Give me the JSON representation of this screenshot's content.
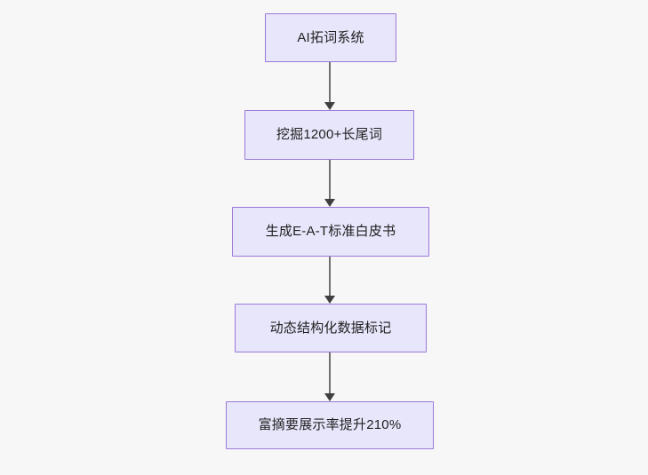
{
  "diagram": {
    "type": "flowchart",
    "orientation": "top-to-bottom",
    "background_color": "#f7f7f8",
    "node_fill_color": "#e8e6fb",
    "node_border_color": "#9b79d6",
    "node_text_color": "#1f1f1f",
    "connector_color": "#707070",
    "arrowhead_color": "#3f3f3f",
    "nodes": [
      {
        "id": "n1",
        "label": "AI拓词系统"
      },
      {
        "id": "n2",
        "label": "挖掘1200+长尾词"
      },
      {
        "id": "n3",
        "label": "生成E-A-T标准白皮书"
      },
      {
        "id": "n4",
        "label": "动态结构化数据标记"
      },
      {
        "id": "n5",
        "label": "富摘要展示率提升210%"
      }
    ],
    "edges": [
      {
        "from": "n1",
        "to": "n2",
        "label": ""
      },
      {
        "from": "n2",
        "to": "n3",
        "label": ""
      },
      {
        "from": "n3",
        "to": "n4",
        "label": ""
      },
      {
        "from": "n4",
        "to": "n5",
        "label": ""
      }
    ]
  }
}
